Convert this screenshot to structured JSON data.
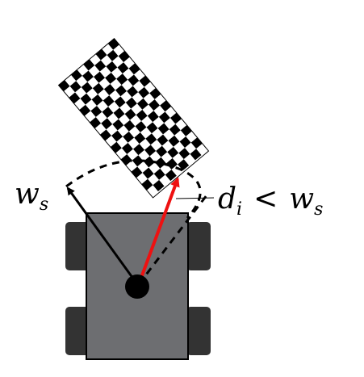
{
  "colors": {
    "background": "#ffffff",
    "robot_body": "#6d6e71",
    "wheel": "#333333",
    "outline": "#000000",
    "pivot": "#000000",
    "black_arrow": "#000000",
    "red_arrow": "#ee1111",
    "dashed_arc": "#000000",
    "checker_dark": "#000000",
    "checker_light": "#ffffff"
  },
  "labels": {
    "ws": {
      "var": "w",
      "sub": "s"
    },
    "inequality": {
      "lhs_var": "d",
      "lhs_sub": "i",
      "op": "<",
      "rhs_var": "w",
      "rhs_sub": "s"
    }
  },
  "icons": [
    "robot-vehicle",
    "checkerboard-target",
    "range-arrow",
    "dashed-arc"
  ]
}
